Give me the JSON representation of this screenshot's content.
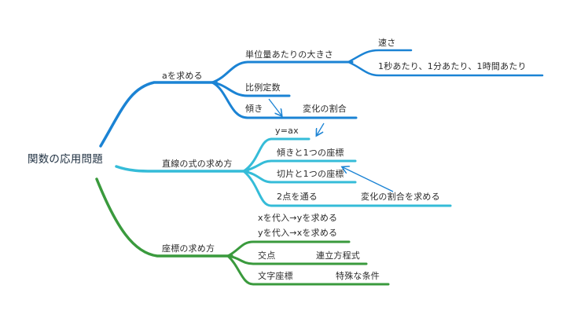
{
  "mindmap": {
    "root": {
      "label": "関数の応用問題"
    },
    "colors": {
      "blue": "#1b83d4",
      "cyan": "#35bcd8",
      "green": "#3a9a3d"
    },
    "branches": {
      "a": {
        "label": "aを求める",
        "children": {
          "unit": {
            "label": "単位量あたりの大きさ",
            "children": {
              "speed": "速さ",
              "per": "1秒あたり、1分あたり、1時間あたり"
            }
          },
          "proportional": {
            "label": "比例定数"
          },
          "slope": {
            "label": "傾き",
            "side": "変化の割合"
          }
        }
      },
      "line": {
        "label": "直線の式の求め方",
        "children": {
          "yax": "y=ax",
          "slope_point": "傾きと1つの座標",
          "intercept_point": "切片と1つの座標",
          "two_points": {
            "label": "2点を通る",
            "side": "変化の割合を求める"
          }
        }
      },
      "coord": {
        "label": "座標の求め方",
        "children": {
          "sub_x": "xを代入→yを求める",
          "sub_y": "yを代入→xを求める",
          "intersection": {
            "label": "交点",
            "side": "連立方程式"
          },
          "letter": {
            "label": "文字座標",
            "side": "特殊な条件"
          }
        }
      }
    }
  }
}
